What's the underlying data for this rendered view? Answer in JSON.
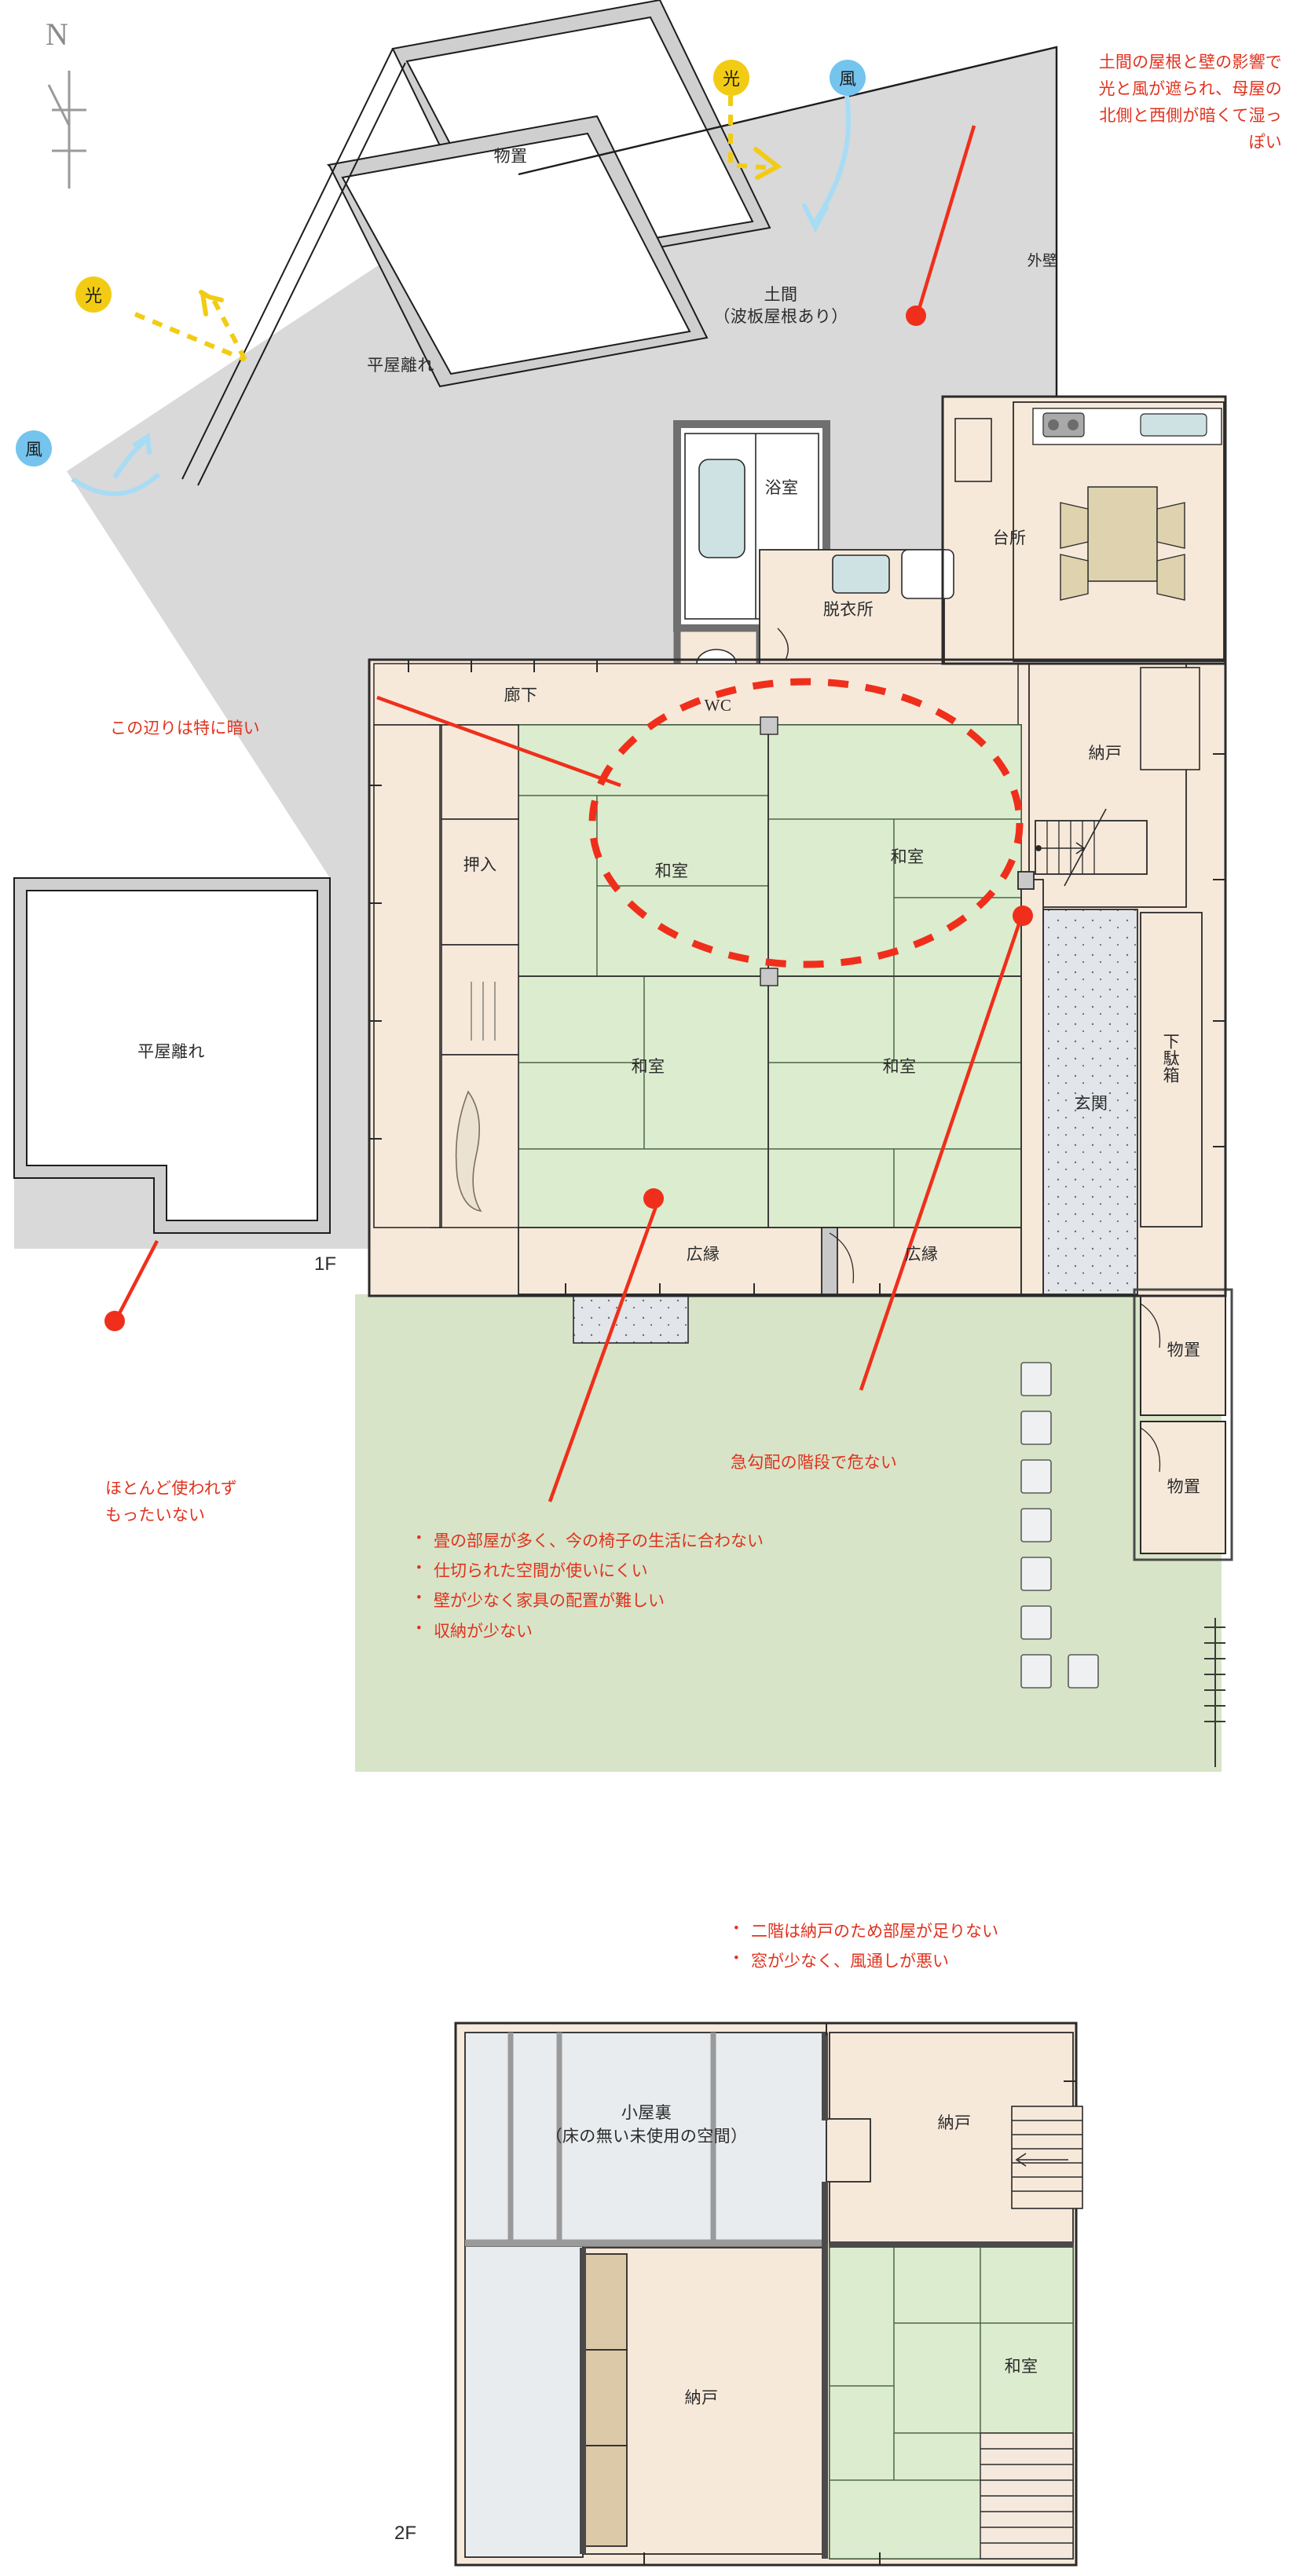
{
  "compass": {
    "label": "N"
  },
  "floors": [
    {
      "id": "1F",
      "label": "1F"
    },
    {
      "id": "2F",
      "label": "2F"
    }
  ],
  "badges": [
    {
      "id": "sun-top",
      "type": "light",
      "label": "光",
      "color": "#f2cc14"
    },
    {
      "id": "wind-top",
      "type": "wind",
      "label": "風",
      "color": "#74c4ee"
    },
    {
      "id": "sun-left",
      "type": "light",
      "label": "光",
      "color": "#f2cc14"
    },
    {
      "id": "wind-left",
      "type": "wind",
      "label": "風",
      "color": "#74c4ee"
    }
  ],
  "floor1": {
    "rooms": [
      {
        "id": "monooki-nw",
        "label": "物置"
      },
      {
        "id": "hiraya-hanare-n",
        "label": "平屋離れ"
      },
      {
        "id": "hiraya-hanare-w",
        "label": "平屋離れ"
      },
      {
        "id": "doma",
        "label": "土間\n（波板屋根あり）"
      },
      {
        "id": "yokushitsu",
        "label": "浴室"
      },
      {
        "id": "wc",
        "label": "WC"
      },
      {
        "id": "datsuijo",
        "label": "脱衣所"
      },
      {
        "id": "daidokoro",
        "label": "台所"
      },
      {
        "id": "nando-1f",
        "label": "納戸"
      },
      {
        "id": "rouka",
        "label": "廊下"
      },
      {
        "id": "oshiire",
        "label": "押入"
      },
      {
        "id": "washitsu-nw",
        "label": "和室"
      },
      {
        "id": "washitsu-ne",
        "label": "和室"
      },
      {
        "id": "washitsu-sw",
        "label": "和室"
      },
      {
        "id": "washitsu-se",
        "label": "和室"
      },
      {
        "id": "hiroen-w",
        "label": "広縁"
      },
      {
        "id": "hiroen-e",
        "label": "広縁"
      },
      {
        "id": "genkan",
        "label": "玄関"
      },
      {
        "id": "getabako",
        "label": "下駄箱"
      },
      {
        "id": "monooki-se-1",
        "label": "物置"
      },
      {
        "id": "monooki-se-2",
        "label": "物置"
      }
    ],
    "exterior_label": "外壁",
    "annotations": [
      {
        "id": "note-doma-dark",
        "text": "土間の屋根と壁の影響で\n光と風が遮られ、母屋の\n北側と西側が暗くて湿っ\nぽい"
      },
      {
        "id": "note-dark-here",
        "text": "この辺りは特に暗い"
      },
      {
        "id": "note-unused",
        "text": "ほとんど使われず\nもったいない"
      },
      {
        "id": "note-steep-stairs",
        "text": "急勾配の階段で危ない"
      }
    ],
    "issue_bullets": [
      "畳の部屋が多く、今の椅子の生活に合わない",
      "仕切られた空間が使いにくい",
      "壁が少なく家具の配置が難しい",
      "収納が少ない"
    ]
  },
  "floor2": {
    "rooms": [
      {
        "id": "koyaura",
        "label": "小屋裏\n（床の無い未使用の空間）"
      },
      {
        "id": "nando-2f-n",
        "label": "納戸"
      },
      {
        "id": "nando-2f-w",
        "label": "納戸"
      },
      {
        "id": "washitsu-2f",
        "label": "和室"
      }
    ],
    "issue_bullets": [
      "二階は納戸のため部屋が足りない",
      "窓が少なく、風通しが悪い"
    ]
  },
  "palette": {
    "annotation_red": "#e0321e",
    "tatami_green": "#dceccd",
    "floor_beige": "#f6e7d8",
    "shadow_gray": "#d6d6d6",
    "wall_gray": "#c9c9c9",
    "yard_green": "#d6e4c6",
    "genkan_gray": "#e2e5ea"
  }
}
